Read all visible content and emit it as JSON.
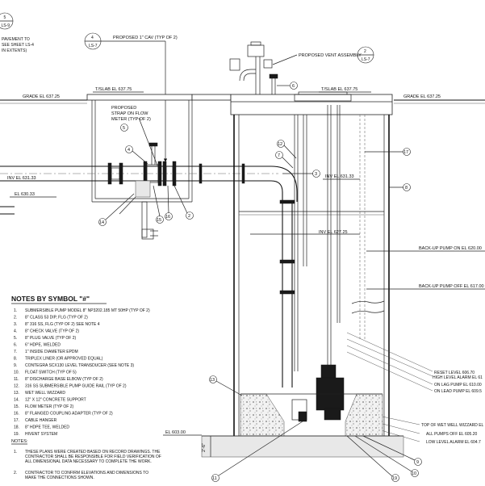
{
  "header_refs": {
    "ref_top_left": {
      "num": "5",
      "sheet": "LS-9"
    },
    "ref_top_cav": {
      "num": "4",
      "sheet": "LS-7"
    },
    "ref_vent": {
      "num": "2",
      "sheet": "LS-7"
    }
  },
  "labels": {
    "pavement_line1": "PAVEMENT TO",
    "pavement_line2": "SEE SHEET LS-4",
    "pavement_line3": "IN EXTENTS)",
    "proposed_cav": "PROPOSED 1\" CAV (TYP OF 2)",
    "proposed_vent": "PROPOSED VENT ASSEMBLY",
    "grade_left": "GRADE EL 637.25",
    "tslab_left": "T/SLAB EL 637.75",
    "tslab_right": "T/SLAB EL 637.75",
    "grade_right": "GRADE EL 637.25",
    "strap_line1": "PROPOSED",
    "strap_line2": "STRAP ON FLOW",
    "strap_line3": "METER (TYP OF 2)",
    "inv_left": "INV EL 631.33",
    "el_630": "EL 630.33",
    "inv_right": "INV EL 631.33",
    "inv_627": "INV EL 627.25",
    "backup_on": "BACK-UP PUMP ON EL 620.00",
    "backup_off": "BACK-UP PUMP OFF EL 617.00",
    "reset_level": "RESET LEVEL 606.70",
    "high_alarm": "HIGH LEVEL ALARM EL 61",
    "lag_pump": "ON LAG PUMP EL 610.00",
    "lead_pump": "ON LEAD PUMP EL 609.5",
    "top_wizzard": "TOP OF WET WELL WIZZARD EL",
    "all_pumps_off": "ALL PUMPS OFF EL 605.20",
    "low_alarm": "LOW LEVEL ALARM EL 604.7",
    "el_603": "EL 603.00",
    "dim_24": "2'-6\""
  },
  "notes_by_symbol": {
    "title_prefix": "NOTES BY SYMBOL \"",
    "title_symbol": "#",
    "title_suffix": "\"",
    "items": [
      {
        "num": "1.",
        "text": "SUBMERSIBLE PUMP MODEL 8\" NP3202.185 MT 50HP (TYP OF 2)"
      },
      {
        "num": "2.",
        "text": "8\" CLASS 53 DIP, FLG (TYP OF 2)"
      },
      {
        "num": "3.",
        "text": "8\" 316 SS, FLG (TYP OF 2) SEE NOTE 4"
      },
      {
        "num": "4.",
        "text": "8\" CHECK VALVE (TYP OF 2)"
      },
      {
        "num": "5.",
        "text": "8\" PLUG VALVE (TYP OF 2)"
      },
      {
        "num": "6.",
        "text": "6\" HDPE, WELDED"
      },
      {
        "num": "7.",
        "text": "1\" INSIDE DIAMETER EPDM"
      },
      {
        "num": "8.",
        "text": "TRIPLEX LINER (OR APPROVED EQUAL)"
      },
      {
        "num": "9.",
        "text": "CONTEGRA SCX130 LEVEL TRANSDUCER (SEE NOTE 3)"
      },
      {
        "num": "10.",
        "text": "FLOAT SWITCH (TYP OF 5)"
      },
      {
        "num": "11.",
        "text": "8\" DISCHARGE BASE ELBOW (TYP OF 2)"
      },
      {
        "num": "12.",
        "text": "316 SS SUBMERSIBLE PUMP GUIDE RAIL (TYP OF 2)"
      },
      {
        "num": "13.",
        "text": "WET WELL WIZZARD"
      },
      {
        "num": "14.",
        "text": "12\" X 12\" CONCRETE SUPPORT"
      },
      {
        "num": "15.",
        "text": "FLOW METER (TYP OF 2)"
      },
      {
        "num": "16.",
        "text": "8\" FLANGED COUPLING ADAPTER (TYP OF 2)"
      },
      {
        "num": "17.",
        "text": "CABLE HANGER"
      },
      {
        "num": "18.",
        "text": "8\" HDPE TEE, WELDED"
      },
      {
        "num": "19.",
        "text": "HIVENT SYSTEM"
      }
    ]
  },
  "notes": {
    "title": "NOTES:",
    "n1_num": "1.",
    "n1_line1": "THESE PLANS WERE CREATED BASED ON RECORD DRAWINGS. THE",
    "n1_line2": "CONTRACTOR SHALL BE RESPONSIBLE FOR FIELD VERIFICATION OF",
    "n1_line3": "ALL DIMENSIONAL DATA NECESSARY TO COMPLETE THE WORK.",
    "n2_num": "2.",
    "n2_line1": "CONTRACTOR TO CONFIRM ELEVATIONS AND DIMENSIONS TO",
    "n2_line2": "MAKE THE CONNECTIONS SHOWN."
  },
  "callouts": {
    "c2": "2",
    "c3": "3",
    "c4": "4",
    "c5": "5",
    "c6": "6",
    "c7": "7",
    "c8": "8",
    "c9": "9",
    "c10": "10",
    "c11": "11",
    "c12": "12",
    "c13": "13",
    "c14": "14",
    "c15": "15",
    "c16": "16",
    "c17": "17",
    "c19": "19"
  }
}
